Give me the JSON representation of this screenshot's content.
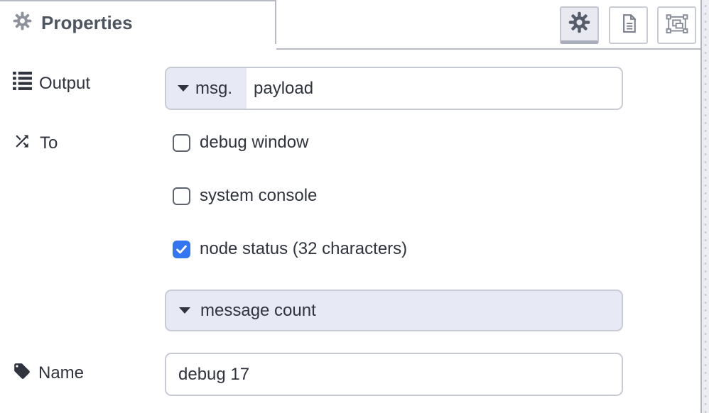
{
  "header": {
    "tab_label": "Properties",
    "buttons": [
      {
        "id": "properties",
        "icon": "gear-icon",
        "active": true
      },
      {
        "id": "description",
        "icon": "document-icon",
        "active": false
      },
      {
        "id": "appearance",
        "icon": "appearance-icon",
        "active": false
      }
    ]
  },
  "output": {
    "label": "Output",
    "icon": "list-icon",
    "typed_input": {
      "type": "msg.",
      "value": "payload"
    }
  },
  "to": {
    "label": "To",
    "icon": "shuffle-icon",
    "options": [
      {
        "label": "debug window",
        "checked": false
      },
      {
        "label": "system console",
        "checked": false
      },
      {
        "label": "node status (32 characters)",
        "checked": true
      }
    ]
  },
  "status": {
    "selected": "message count"
  },
  "name": {
    "label": "Name",
    "icon": "tag-icon",
    "value": "debug 17"
  },
  "colors": {
    "checkbox_checked": "#3476f2",
    "typed_input_button_bg": "#e7e9f5",
    "border": "#c9cbd4",
    "tab_text": "#4d5560",
    "active_button_bg": "#e8e9f1"
  }
}
